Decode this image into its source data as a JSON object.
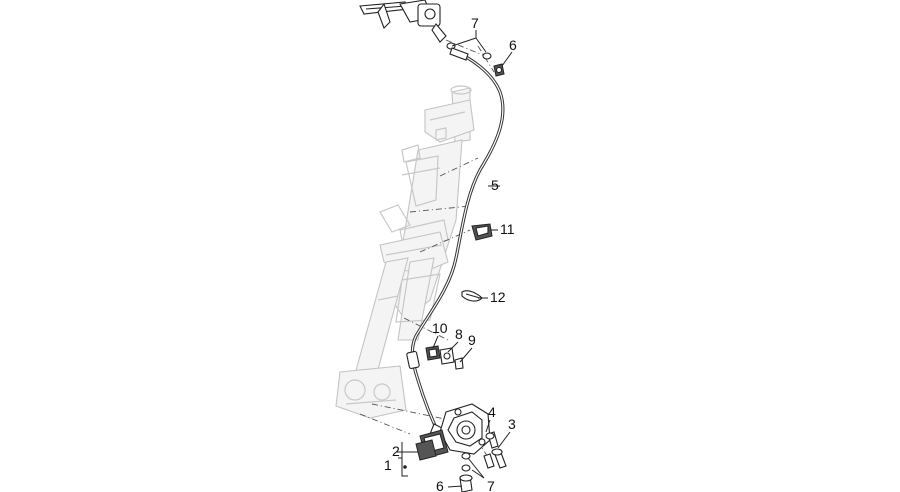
{
  "callouts": [
    {
      "id": "c1",
      "label": "1"
    },
    {
      "id": "c2",
      "label": "2"
    },
    {
      "id": "c3",
      "label": "3"
    },
    {
      "id": "c4",
      "label": "4"
    },
    {
      "id": "c5",
      "label": "5"
    },
    {
      "id": "c6a",
      "label": "6"
    },
    {
      "id": "c6b",
      "label": "6"
    },
    {
      "id": "c7a",
      "label": "7"
    },
    {
      "id": "c7b",
      "label": "7"
    },
    {
      "id": "c8",
      "label": "8"
    },
    {
      "id": "c9",
      "label": "9"
    },
    {
      "id": "c10",
      "label": "10"
    },
    {
      "id": "c11",
      "label": "11"
    },
    {
      "id": "c12",
      "label": "12"
    }
  ]
}
